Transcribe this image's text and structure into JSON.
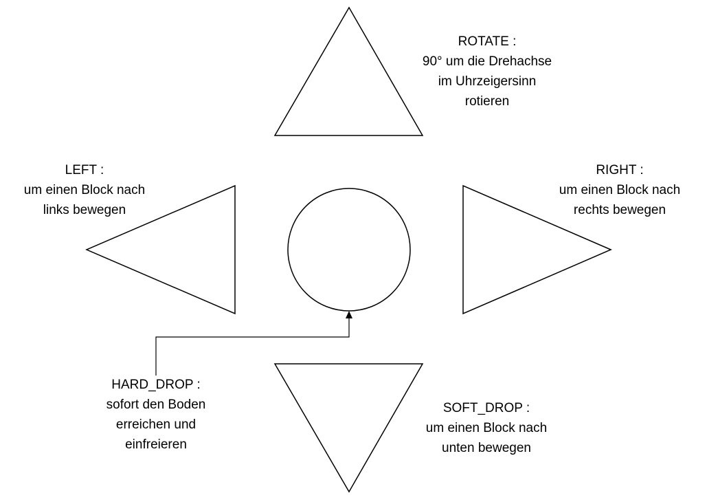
{
  "colors": {
    "stroke": "#000000",
    "background": "#ffffff",
    "text": "#000000"
  },
  "controls": {
    "rotate": {
      "title": "ROTATE :",
      "lines": [
        "90° um die Drehachse",
        "im Uhrzeigersinn",
        "rotieren"
      ]
    },
    "left": {
      "title": "LEFT :",
      "lines": [
        "um einen Block nach",
        "links bewegen"
      ]
    },
    "right": {
      "title": "RIGHT :",
      "lines": [
        "um einen Block nach",
        "rechts bewegen"
      ]
    },
    "hard_drop": {
      "title": "HARD_DROP :",
      "lines": [
        "sofort den Boden",
        "erreichen und",
        "einfreieren"
      ]
    },
    "soft_drop": {
      "title": "SOFT_DROP :",
      "lines": [
        "um einen Block nach",
        "unten bewegen"
      ]
    }
  }
}
